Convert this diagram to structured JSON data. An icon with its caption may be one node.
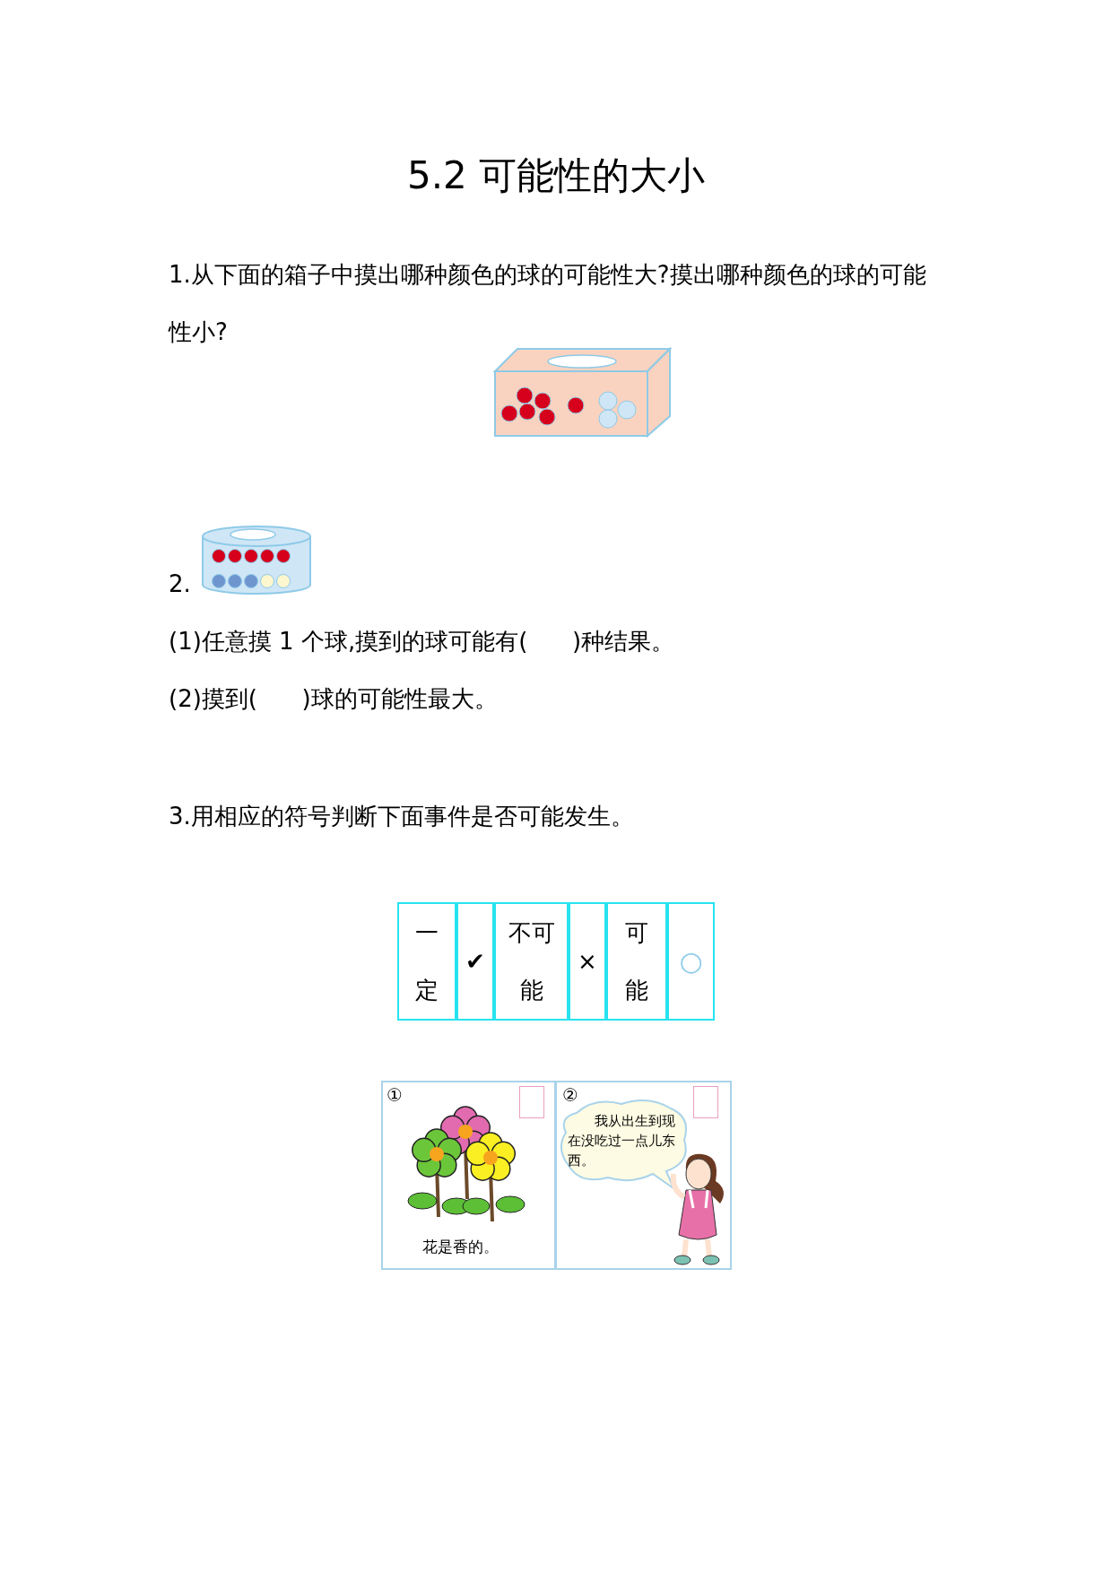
{
  "diagram": {
    "title": "5.2 可能性的大小",
    "nodes": [
      {
        "text": [
          "①",
          "花是香的。"
        ]
      },
      {
        "text": [
          "②"
        ]
      },
      {
        "text": [
          "我从出生到现在没吃过一点儿东西。"
        ],
        "in": 1
      }
    ],
    "labels": [
      "1.从下面的箱子中摸出哪种颜色的球的可能性大?摸出哪种颜色的球的可能性小?",
      "2.",
      "(1)任意摸 1 个球,摸到的球可能有(      )种结果。",
      "(2)摸到(      )球的可能性最大。",
      "3.用相应的符号判断下面事件是否可能发生。",
      "一定",
      "✔",
      "不可能",
      "×",
      "可能",
      "○"
    ]
  }
}
